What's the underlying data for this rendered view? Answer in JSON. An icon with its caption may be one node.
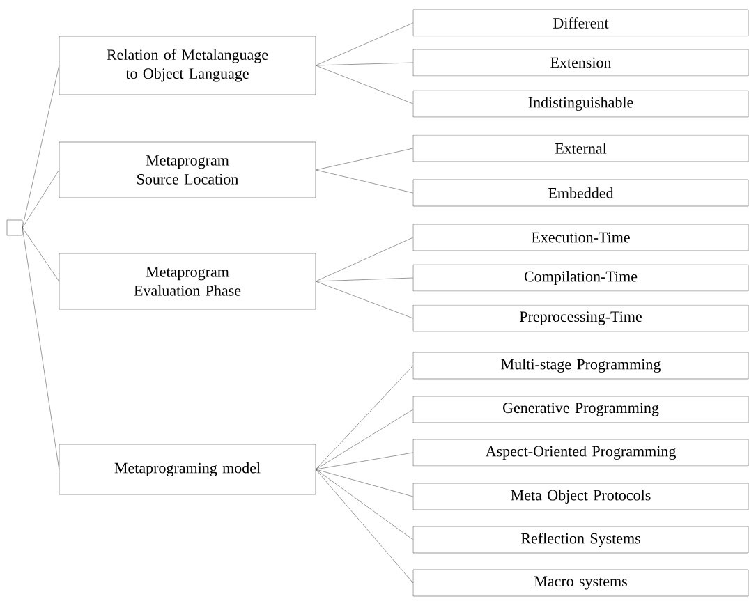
{
  "diagram": {
    "nodes": [
      {
        "text": [],
        "shape": "box"
      },
      {
        "text": [
          "Relation of Metalanguage to Object Language"
        ]
      },
      {
        "text": [
          "Different"
        ]
      },
      {
        "text": [
          "Extension"
        ]
      },
      {
        "text": [
          "Indistinguishable"
        ]
      },
      {
        "text": [
          "Metaprogram Source Location"
        ]
      },
      {
        "text": [
          "External"
        ]
      },
      {
        "text": [
          "Embedded"
        ]
      },
      {
        "text": [
          "Metaprogram Evaluation Phase"
        ]
      },
      {
        "text": [
          "Execution-Time"
        ]
      },
      {
        "text": [
          "Compilation-Time"
        ]
      },
      {
        "text": [
          "Preprocessing-Time"
        ]
      },
      {
        "text": [
          "Metaprograming model"
        ]
      },
      {
        "text": [
          "Multi-stage Programming"
        ]
      },
      {
        "text": [
          "Generative Programming"
        ]
      },
      {
        "text": [
          "Aspect-Oriented Programming"
        ]
      },
      {
        "text": [
          "Meta Object Protocols"
        ]
      },
      {
        "text": [
          "Reflection Systems"
        ]
      },
      {
        "text": [
          "Macro systems"
        ]
      }
    ],
    "edges": [
      {
        "from": 0,
        "to": 1,
        "arrow": "none"
      },
      {
        "from": 0,
        "to": 5,
        "arrow": "none"
      },
      {
        "from": 0,
        "to": 8,
        "arrow": "none"
      },
      {
        "from": 0,
        "to": 12,
        "arrow": "none"
      },
      {
        "from": 1,
        "to": 2,
        "arrow": "none"
      },
      {
        "from": 1,
        "to": 3,
        "arrow": "none"
      },
      {
        "from": 1,
        "to": 4,
        "arrow": "none"
      },
      {
        "from": 5,
        "to": 6,
        "arrow": "none"
      },
      {
        "from": 5,
        "to": 7,
        "arrow": "none"
      },
      {
        "from": 8,
        "to": 9,
        "arrow": "none"
      },
      {
        "from": 8,
        "to": 10,
        "arrow": "none"
      },
      {
        "from": 8,
        "to": 11,
        "arrow": "none"
      },
      {
        "from": 12,
        "to": 13,
        "arrow": "none"
      },
      {
        "from": 12,
        "to": 14,
        "arrow": "none"
      },
      {
        "from": 12,
        "to": 15,
        "arrow": "none"
      },
      {
        "from": 12,
        "to": 16,
        "arrow": "none"
      },
      {
        "from": 12,
        "to": 17,
        "arrow": "none"
      },
      {
        "from": 12,
        "to": 18,
        "arrow": "none"
      }
    ]
  }
}
